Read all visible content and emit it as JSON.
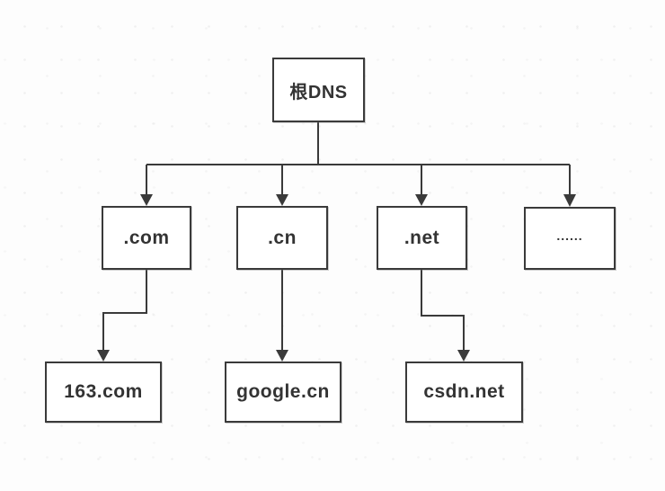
{
  "diagram": {
    "nodes": {
      "root": {
        "label": "根DNS"
      },
      "com": {
        "label": ".com"
      },
      "cn": {
        "label": ".cn"
      },
      "net": {
        "label": ".net"
      },
      "others": {
        "label": "......"
      },
      "site_com": {
        "label": "163.com"
      },
      "site_cn": {
        "label": "google.cn"
      },
      "site_net": {
        "label": "csdn.net"
      }
    },
    "edges": [
      {
        "from": "root",
        "to": "com"
      },
      {
        "from": "root",
        "to": "cn"
      },
      {
        "from": "root",
        "to": "net"
      },
      {
        "from": "root",
        "to": "others"
      },
      {
        "from": "com",
        "to": "site_com"
      },
      {
        "from": "cn",
        "to": "site_cn"
      },
      {
        "from": "net",
        "to": "site_net"
      }
    ],
    "colors": {
      "line": "#3a3a3a",
      "box_border": "#3a3a3a",
      "box_fill": "#ffffff",
      "text": "#333333",
      "background": "#fdfdfd"
    }
  }
}
